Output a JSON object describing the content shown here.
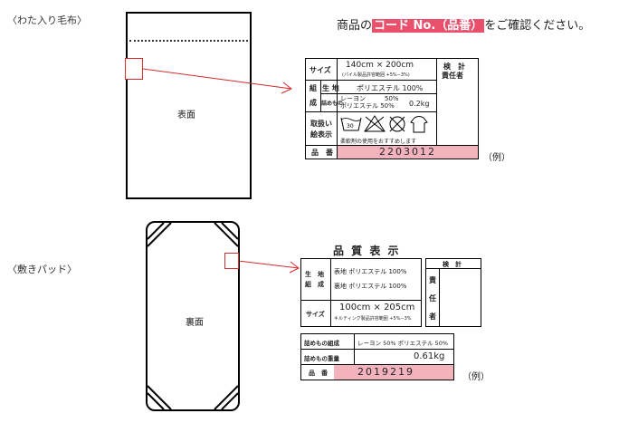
{
  "top": {
    "section_label": "〈わた入り毛布〉",
    "instruction_pre": "商品の",
    "instruction_highlight": "コード No.（品番）",
    "instruction_post": "をご確認ください。",
    "face_label": "表面",
    "tag": {
      "size_label": "サイズ",
      "size_value": "140cm × 200cm",
      "size_note": "(パイル製品許容範囲 +5%−3%)",
      "inspect_label": "検　計",
      "responsible_label": "責任者",
      "comp_label_1": "組",
      "comp_label_2": "成",
      "fabric_label": "生 地",
      "fabric_value": "ポリエステル 100%",
      "filling_label": "詰めもの",
      "filling_value_1": "レーヨン　　　50%",
      "filling_value_2": "ポリエステル 50%",
      "filling_weight": "0.2kg",
      "care_label_1": "取扱い",
      "care_label_2": "絵表示",
      "care_icons": [
        "wash-30-icon",
        "no-bleach-icon",
        "no-dryclean-icon",
        "hang-dry-icon"
      ],
      "care_note": "柔軟剤の使用をおすすめします",
      "product_no_label": "品　番",
      "product_no": "2203012",
      "example_label": "（例）"
    }
  },
  "bottom": {
    "section_label": "〈敷きパッド〉",
    "face_label": "裏面",
    "tag": {
      "title": "品 質 表 示",
      "comp_label_1": "生　地",
      "comp_label_2": "組　成",
      "front_value": "表地 ポリエステル 100%",
      "back_value": "裏地 ポリエステル 100%",
      "size_label": "サイズ",
      "size_value": "100cm × 205cm",
      "size_note": "キルティング製品許容範囲 +5%−3%",
      "inspect_label": "検　計",
      "responsible_1": "責",
      "responsible_2": "任",
      "responsible_3": "者",
      "filling_comp_label": "詰めもの組成",
      "filling_comp_value": "レーヨン 50%  ポリエステル 50%",
      "filling_weight_label": "詰めもの重量",
      "filling_weight_value": "0.61kg",
      "product_no_label": "品　番",
      "product_no": "2019219",
      "example_label": "（例）"
    }
  },
  "colors": {
    "highlight": "#e8506b",
    "pink": "#f3b3bd",
    "marker": "#d62b2b"
  }
}
